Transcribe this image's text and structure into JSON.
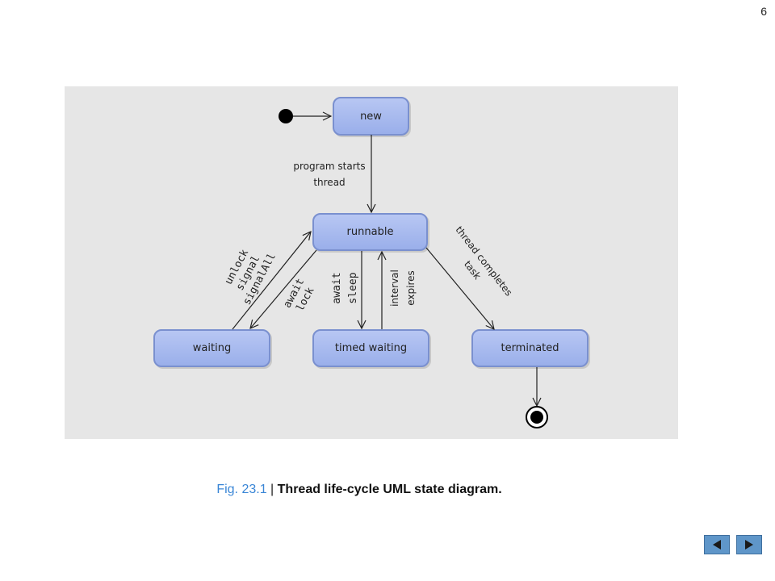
{
  "page": {
    "number": "6"
  },
  "diagram": {
    "states": {
      "new": "new",
      "runnable": "runnable",
      "waiting": "waiting",
      "timed_waiting": "timed waiting",
      "terminated": "terminated"
    },
    "transitions": {
      "program_starts_line1": "program starts",
      "program_starts_line2": "thread",
      "unlock": "unlock",
      "signal": "signal",
      "signalAll": "signalAll",
      "await": "await",
      "lock": "lock",
      "await_sleep_1": "await",
      "await_sleep_2": "sleep",
      "interval": "interval",
      "expires": "expires",
      "thread_completes": "thread completes",
      "task": "task"
    }
  },
  "caption": {
    "figure_number": "Fig. 23.1",
    "separator": " | ",
    "title": "Thread life-cycle UML state diagram."
  },
  "nav": {
    "prev_icon": "triangle-left-icon",
    "next_icon": "triangle-right-icon",
    "color": "#5f96c9"
  },
  "colors": {
    "state_fill": "#a7b9ef",
    "state_stroke": "#6f86c8",
    "panel_bg": "#e6e6e6",
    "caption_accent": "#3a86d6"
  }
}
